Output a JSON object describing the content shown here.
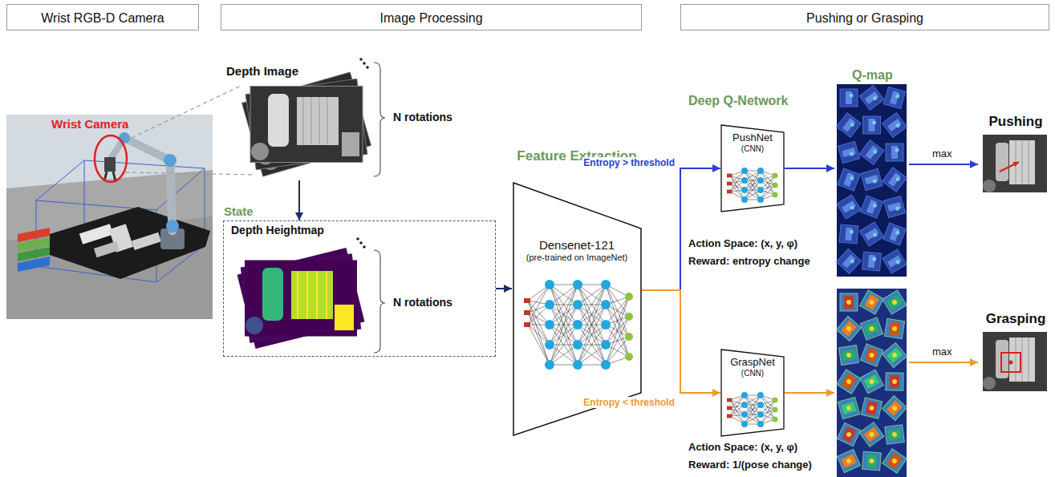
{
  "diagram": {
    "nodes": [
      {
        "text": [
          "Wrist RGB-D Camera"
        ]
      },
      {
        "text": [
          "Image Processing"
        ]
      },
      {
        "text": [
          "Pushing or Grasping"
        ]
      },
      {
        "text": [
          "Depth Image"
        ]
      },
      {
        "text": [
          "State",
          "Depth Heightmap"
        ]
      },
      {
        "text": [
          "Feature Extraction",
          "Densenet-121",
          "(pre-trained on ImageNet)"
        ]
      },
      {
        "text": [
          "PushNet",
          "(CNN)"
        ]
      },
      {
        "text": [
          "GraspNet",
          "(CNN)"
        ]
      },
      {
        "text": [
          "Pushing"
        ]
      },
      {
        "text": [
          "Grasping"
        ]
      }
    ],
    "edges": [
      {
        "from": 3,
        "to": 4,
        "arrow": "to"
      },
      {
        "from": 4,
        "to": 5,
        "arrow": "to"
      },
      {
        "from": 5,
        "to": 6,
        "label": "Entropy > threshold",
        "arrow": "to"
      },
      {
        "from": 5,
        "to": 7,
        "label": "Entropy < threshold",
        "arrow": "to"
      }
    ],
    "labels": [
      "Wrist Camera",
      "N rotations",
      "N rotations",
      "Deep Q-Network",
      "Action Space: (x, y, φ)",
      "Reward: entropy change",
      "Q-map",
      "max",
      "Action Space: (x, y, φ)",
      "Reward: 1/(pose change)",
      "max"
    ]
  }
}
